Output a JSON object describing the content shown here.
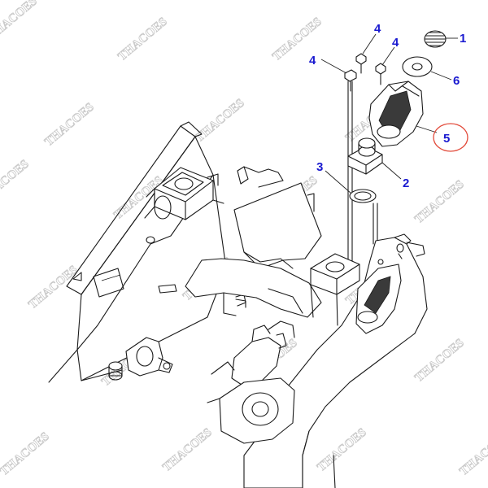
{
  "colors": {
    "callout": "#1a1ad0",
    "highlight_circle": "#e24a3a",
    "line": "#1a1a1a",
    "watermark": "#c9c9c9"
  },
  "watermark": "THACOES",
  "callouts": [
    {
      "id": "c1",
      "label": "1"
    },
    {
      "id": "c6",
      "label": "6"
    },
    {
      "id": "c4a",
      "label": "4"
    },
    {
      "id": "c4b",
      "label": "4"
    },
    {
      "id": "c4c",
      "label": "4"
    },
    {
      "id": "c5",
      "label": "5"
    },
    {
      "id": "c3",
      "label": "3"
    },
    {
      "id": "c2",
      "label": "2"
    }
  ],
  "highlighted_part": "5"
}
